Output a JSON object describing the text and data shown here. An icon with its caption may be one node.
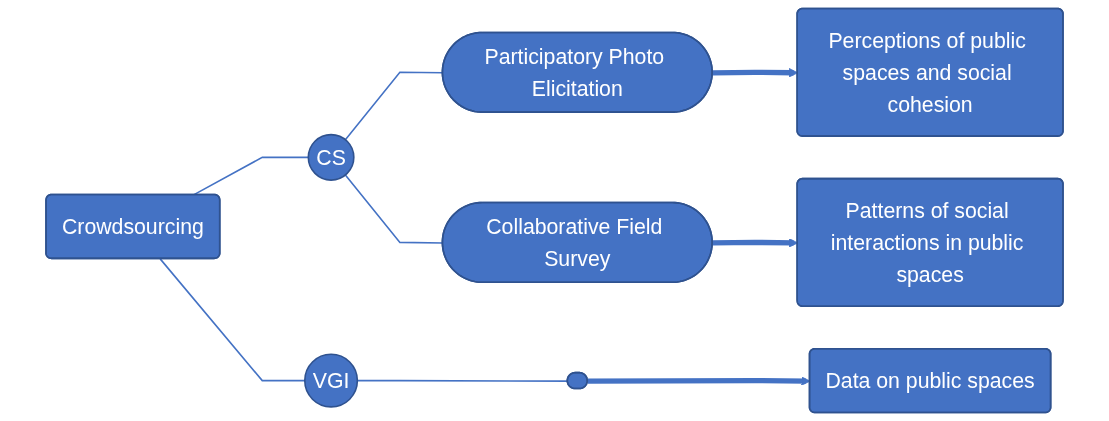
{
  "diagram": {
    "nodes": [
      {
        "text": [
          "Crowdsourcing"
        ]
      },
      {
        "text": [
          "CS"
        ]
      },
      {
        "text": [
          "VGI"
        ]
      },
      {
        "text": [
          "Participatory Photo Elicitation"
        ]
      },
      {
        "text": [
          "Collaborative Field Survey"
        ]
      },
      {
        "text": [],
        "shape": "ellipse"
      },
      {
        "text": [
          "Perceptions of public spaces and social cohesion"
        ]
      },
      {
        "text": [
          "Patterns of social interactions in public spaces"
        ]
      },
      {
        "text": [
          "Data on public spaces"
        ]
      }
    ],
    "edges": [
      {
        "from": 0,
        "to": 1,
        "arrow": "none"
      },
      {
        "from": 0,
        "to": 2,
        "arrow": "none"
      },
      {
        "from": 1,
        "to": 3,
        "arrow": "none"
      },
      {
        "from": 1,
        "to": 4,
        "arrow": "none"
      },
      {
        "from": 2,
        "to": 5,
        "arrow": "none"
      },
      {
        "from": 3,
        "to": 6,
        "arrow": "to",
        "style": "thick"
      },
      {
        "from": 4,
        "to": 7,
        "arrow": "to",
        "style": "thick"
      },
      {
        "from": 5,
        "to": 8,
        "arrow": "to",
        "style": "thick"
      }
    ]
  }
}
